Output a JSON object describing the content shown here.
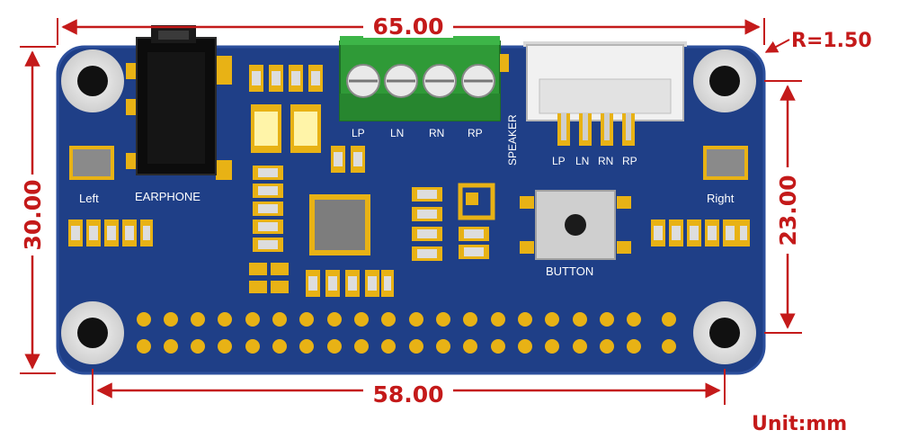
{
  "dimensions": {
    "top_width": "65.00",
    "bottom_width": "58.00",
    "left_height": "30.00",
    "right_height": "23.00",
    "corner_radius": "R=1.50",
    "unit": "Unit:mm"
  },
  "silkscreen": {
    "left_channel": "Left",
    "right_channel": "Right",
    "earphone": "EARPHONE",
    "button": "BUTTON",
    "speaker": "SPEAKER",
    "terminal_labels": [
      "LP",
      "LN",
      "RN",
      "RP"
    ],
    "connector_labels": [
      "LP",
      "LN",
      "RN",
      "RP"
    ]
  },
  "colors": {
    "board": "#1f3f87",
    "board_edge": "#2c4f9c",
    "pad": "#e8b215",
    "terminal": "#2f9a37",
    "dimension": "#c41a1a"
  }
}
